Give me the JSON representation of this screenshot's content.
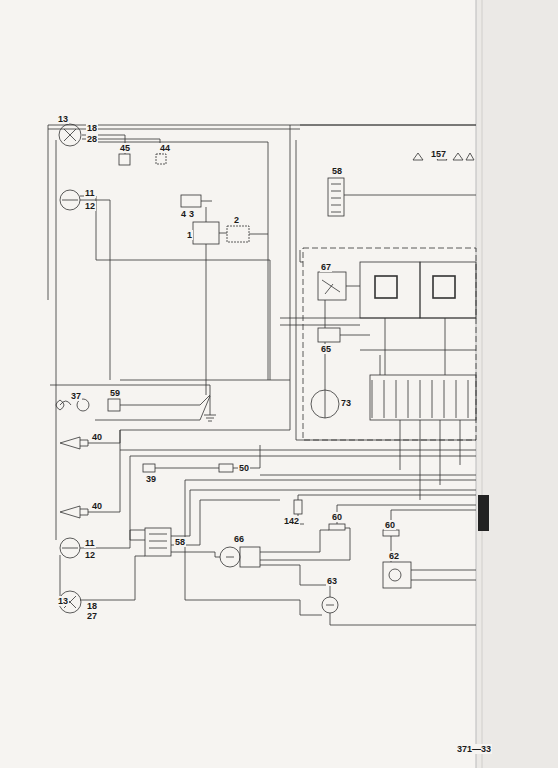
{
  "diagram": {
    "labels": [
      "13",
      "18",
      "28",
      "45",
      "44",
      "11",
      "12",
      "4",
      "3",
      "1",
      "2",
      "58",
      "157",
      "67",
      "65",
      "73",
      "37",
      "59",
      "40",
      "39",
      "50",
      "40",
      "142",
      "60",
      "58",
      "66",
      "60",
      "11",
      "12",
      "63",
      "62",
      "13",
      "18",
      "27",
      "371—33"
    ]
  }
}
